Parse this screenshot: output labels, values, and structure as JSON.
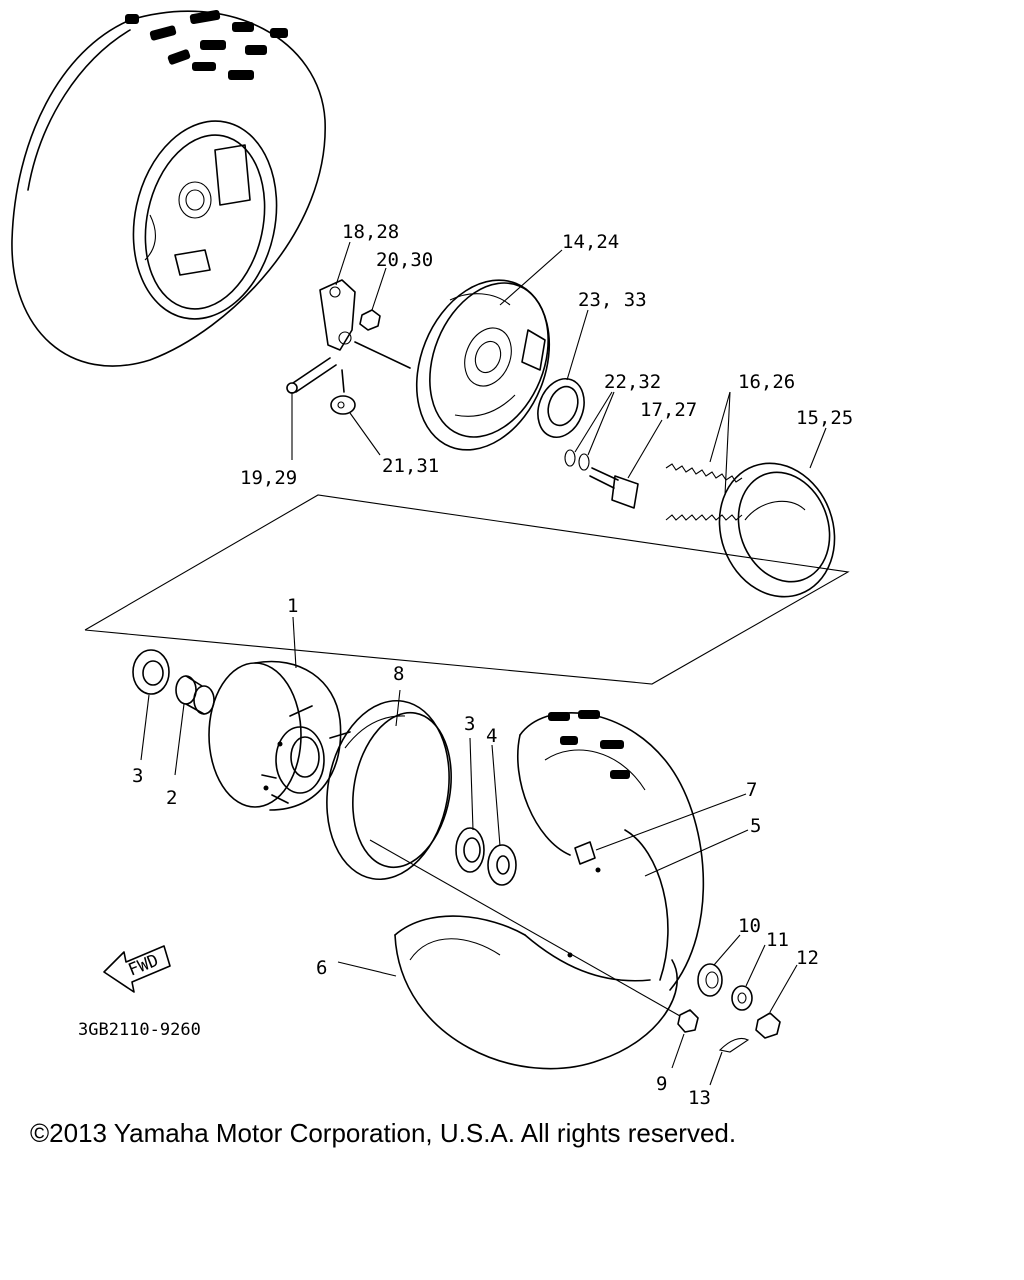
{
  "diagram": {
    "part_labels": {
      "p1": "1",
      "p2": "2",
      "p3a": "3",
      "p3b": "3",
      "p4": "4",
      "p5": "5",
      "p6": "6",
      "p7": "7",
      "p8": "8",
      "p9": "9",
      "p10": "10",
      "p11": "11",
      "p12": "12",
      "p13": "13",
      "p14_24": "14,24",
      "p15_25": "15,25",
      "p16_26": "16,26",
      "p17_27": "17,27",
      "p18_28": "18,28",
      "p19_29": "19,29",
      "p20_30": "20,30",
      "p21_31": "21,31",
      "p22_32": "22,32",
      "p23_33": "23, 33"
    },
    "fwd_label": "FWD",
    "drawing_code": "3GB2110-9260"
  },
  "footer": {
    "copyright": "©2013 Yamaha Motor Corporation, U.S.A. All rights reserved."
  }
}
